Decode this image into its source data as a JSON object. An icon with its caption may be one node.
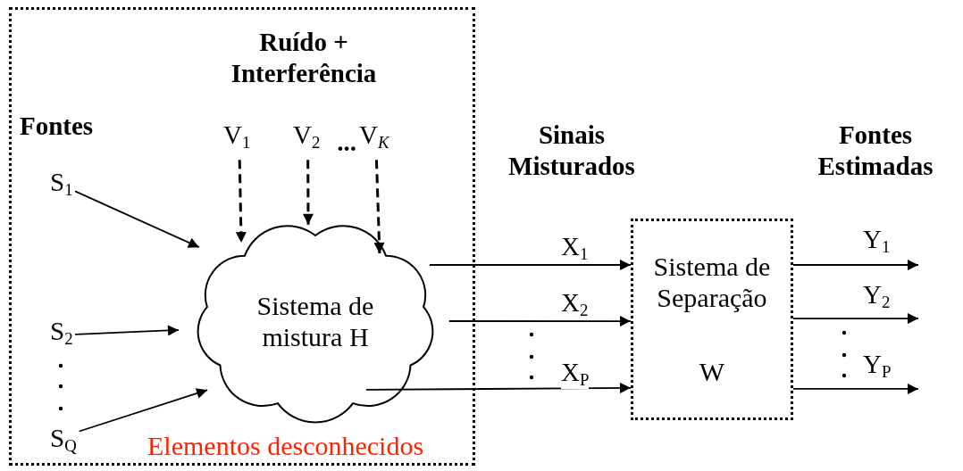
{
  "diagram": {
    "nodes": [
      {
        "text": [
          "Elementos desconhecidos"
        ]
      },
      {
        "text": [
          "S$_{1}$"
        ],
        "in": 0
      },
      {
        "text": [
          "S$_{2}$"
        ],
        "in": 0
      },
      {
        "text": [
          "S$_{Q}$"
        ],
        "in": 0
      },
      {
        "text": [
          "V$_{1}$"
        ],
        "in": 0
      },
      {
        "text": [
          "V$_{2}$"
        ],
        "in": 0
      },
      {
        "text": [
          "V$_{K}$"
        ],
        "in": 0
      },
      {
        "text": [
          "Sistema de mistura H"
        ],
        "in": 0
      },
      {
        "text": [
          "Sistema de Separação",
          "W"
        ]
      }
    ],
    "edges": [
      {
        "from": 1,
        "to": 7,
        "arrow": "to"
      },
      {
        "from": 2,
        "to": 7,
        "arrow": "to"
      },
      {
        "from": 3,
        "to": 7,
        "arrow": "to"
      },
      {
        "from": 4,
        "to": 7,
        "arrow": "to",
        "style": "dashed"
      },
      {
        "from": 5,
        "to": 7,
        "arrow": "to",
        "style": "dashed"
      },
      {
        "from": 6,
        "to": 7,
        "arrow": "to",
        "style": "dashed"
      },
      {
        "from": 7,
        "to": 8,
        "arrow": "to",
        "label": "X$_{1}$"
      },
      {
        "from": 7,
        "to": 8,
        "arrow": "to",
        "label": "X$_{2}$"
      },
      {
        "from": 7,
        "to": 8,
        "arrow": "to",
        "label": "X$_{P}$"
      },
      {
        "from": 8,
        "to": null,
        "arrow": "to",
        "label": "Y$_{1}$"
      },
      {
        "from": 8,
        "to": null,
        "arrow": "to",
        "label": "Y$_{2}$"
      },
      {
        "from": 8,
        "to": null,
        "arrow": "to",
        "label": "Y$_{P}$"
      }
    ],
    "labels": [
      "Ruído + Interferência",
      "Fontes",
      "...",
      "Sinais Misturados",
      "Fontes Estimadas"
    ]
  }
}
